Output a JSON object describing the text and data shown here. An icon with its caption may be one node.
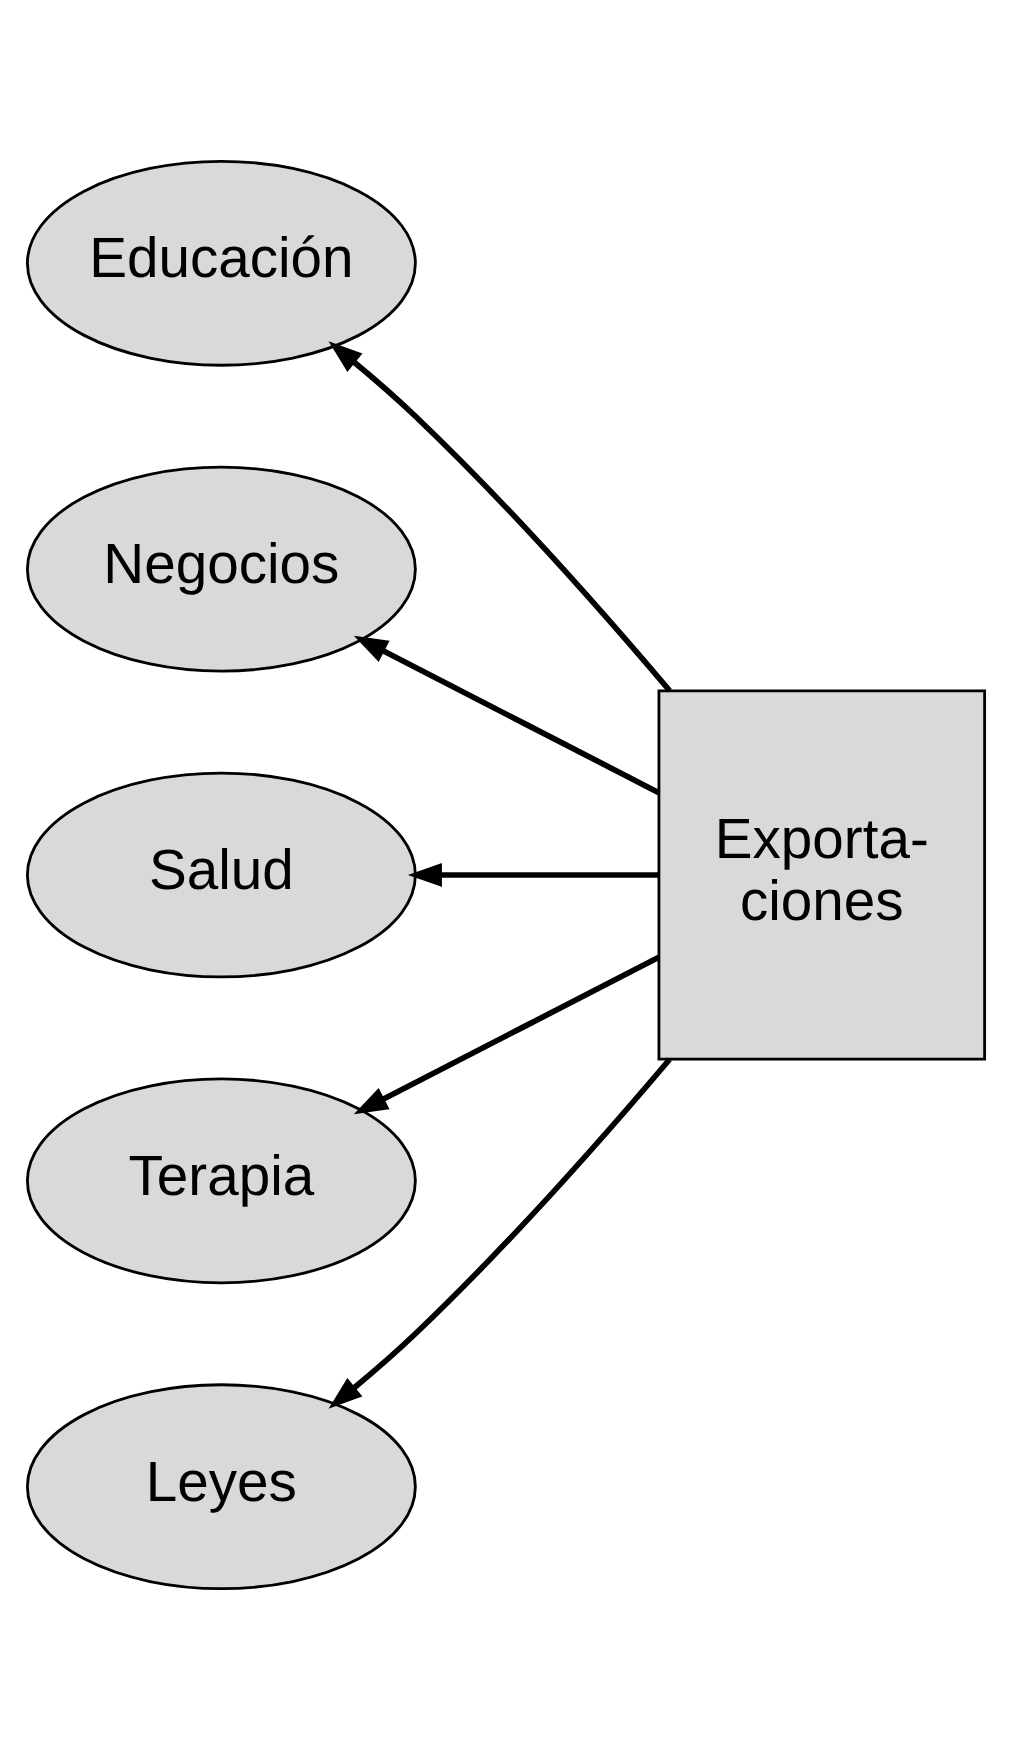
{
  "diagram": {
    "nodes": [
      {
        "text": [
          "Educación"
        ]
      },
      {
        "text": [
          "Negocios"
        ]
      },
      {
        "text": [
          "Salud"
        ]
      },
      {
        "text": [
          "Terapia"
        ]
      },
      {
        "text": [
          "Leyes"
        ]
      },
      {
        "text": [
          "Exporta- ciones"
        ]
      }
    ],
    "edges": [
      {
        "from": 5,
        "to": 0,
        "arrow": "to"
      },
      {
        "from": 5,
        "to": 1,
        "arrow": "to"
      },
      {
        "from": 5,
        "to": 2,
        "arrow": "to"
      },
      {
        "from": 5,
        "to": 3,
        "arrow": "to"
      },
      {
        "from": 5,
        "to": 4,
        "arrow": "to"
      }
    ]
  }
}
